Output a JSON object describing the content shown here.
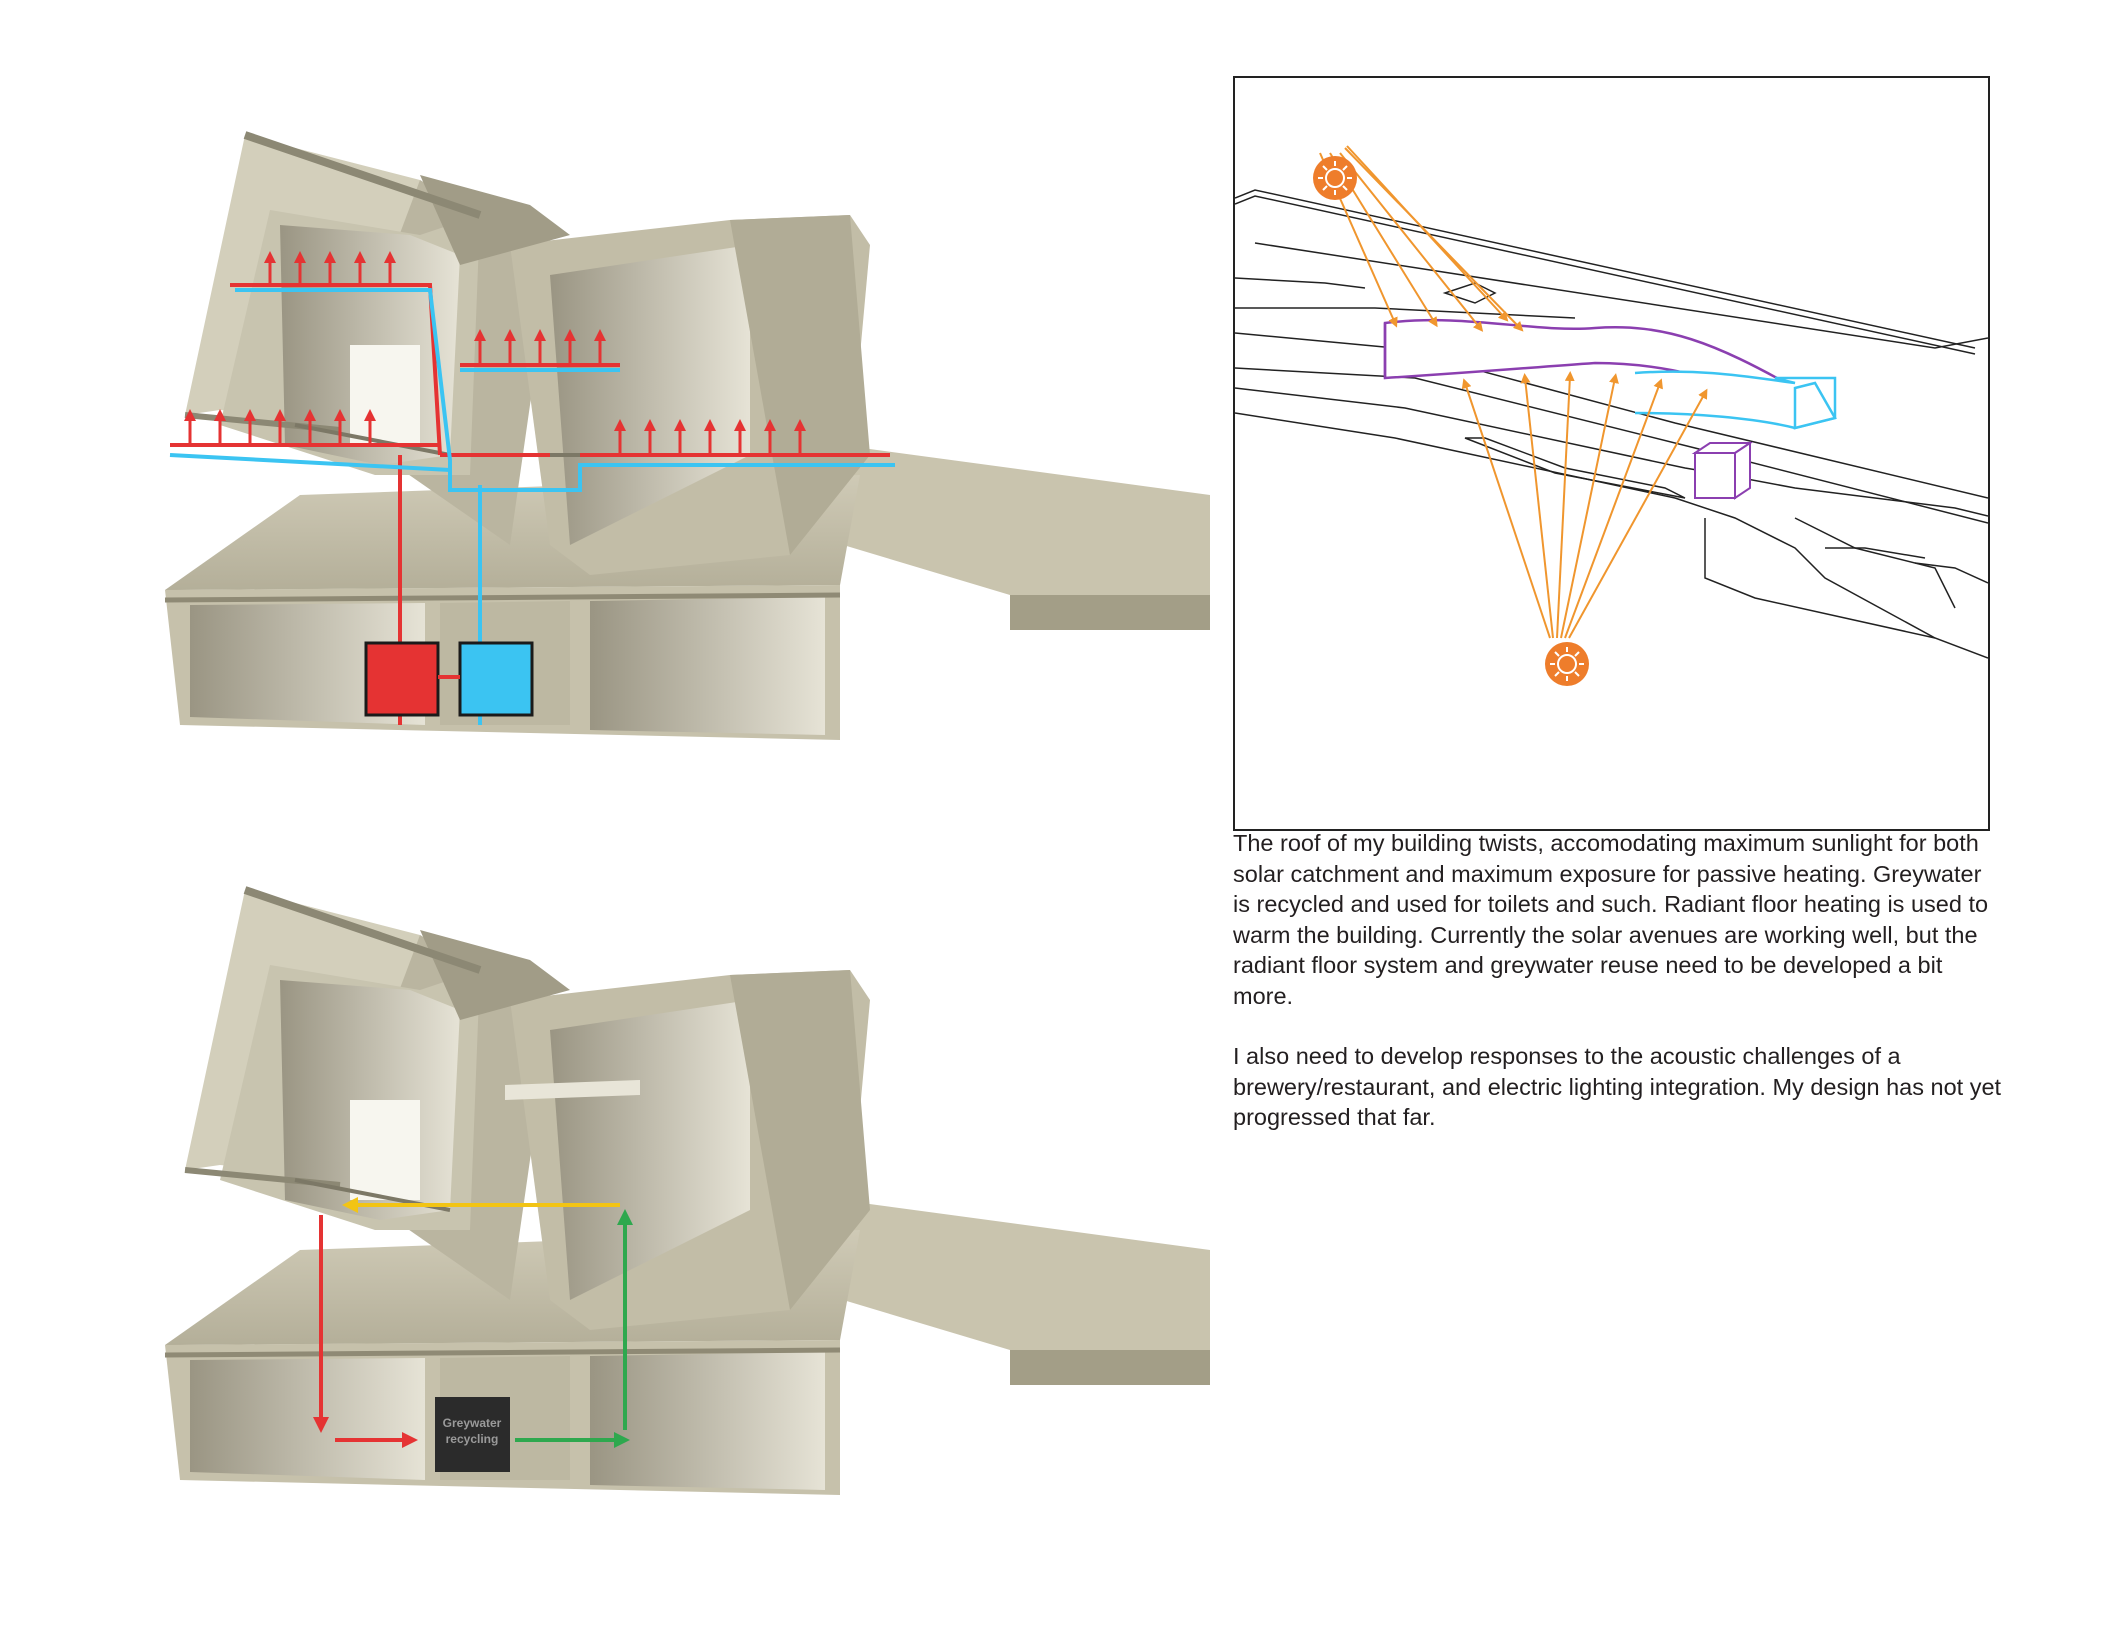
{
  "sections": {
    "heating": {
      "supply_color": "#e53333",
      "return_color": "#3bc4f2"
    },
    "greywater": {
      "box_label_line1": "Greywater",
      "box_label_line2": "recycling",
      "colors": {
        "drain": "#e53333",
        "reuse": "#2ea84e",
        "fixture": "#f2c414"
      }
    }
  },
  "solar_diagram": {
    "sun_color": "#ee7d2b",
    "roof_color": "#8b3fb0",
    "panel_color": "#3bc4f2",
    "icons": [
      "sun-icon",
      "sun-icon"
    ]
  },
  "caption": {
    "paragraph1": "The roof of my building twists, accomodating maximum sunlight for both solar catchment and maximum exposure for passive heating. Greywater is recycled and used for toilets and such. Radiant floor heating is used to warm the building. Currently the solar avenues are working well, but the radiant floor system and greywater reuse need to be developed a bit more.",
    "paragraph2": "I also need to develop responses to the acoustic challenges of a brewery/restaurant, and electric lighting integration. My design has not yet progressed that far."
  }
}
